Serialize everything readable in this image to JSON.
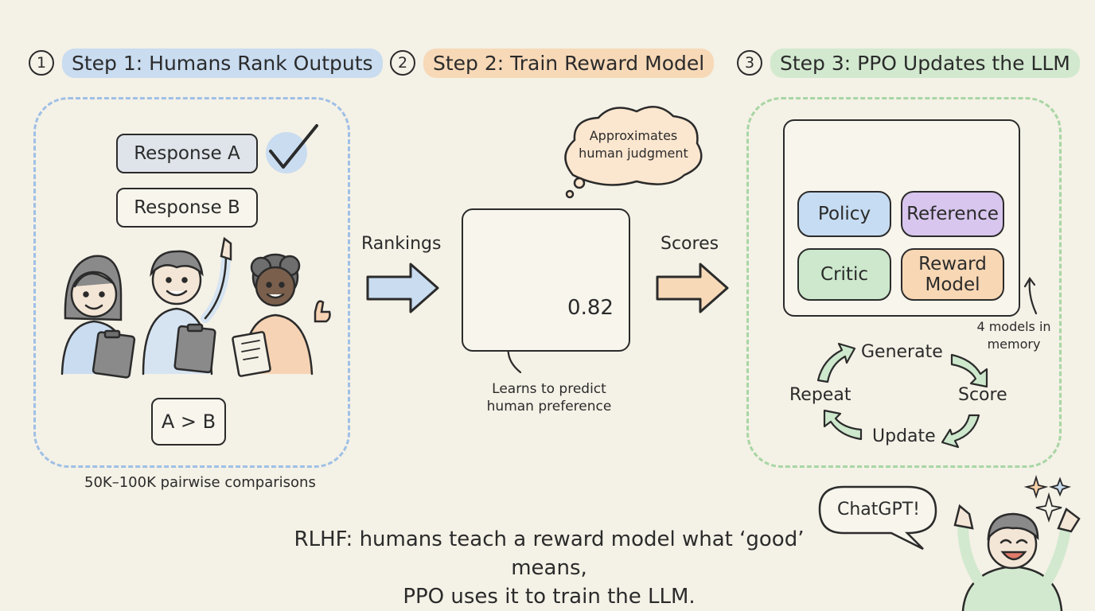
{
  "step1": {
    "number": "1",
    "title": "Step 1: Humans Rank Outputs",
    "color": "#c9dcf0"
  },
  "step2": {
    "number": "2",
    "title": "Step 2: Train Reward Model",
    "color": "#f7d9b8"
  },
  "step3": {
    "number": "3",
    "title": "Step 3: PPO Updates the LLM",
    "color": "#d2e9cf"
  },
  "panel1": {
    "response_a": "Response A",
    "response_b": "Response B",
    "ranking": "A > B",
    "caption": "50K–100K pairwise comparisons"
  },
  "arrow1_label": "Rankings",
  "arrow2_label": "Scores",
  "panel2": {
    "thought": "Approximates human judgment",
    "score": "0.82",
    "note": "Learns to predict human preference"
  },
  "panel3": {
    "models": [
      "Policy",
      "Reference",
      "Critic",
      "Reward Model"
    ],
    "model_colors": [
      "#c6dcf2",
      "#d8c6ee",
      "#cde8cc",
      "#f8d7b5"
    ],
    "memory_note": "4 models in memory",
    "loop": [
      "Generate",
      "Score",
      "Update",
      "Repeat"
    ]
  },
  "summary_line1": "RLHF: humans teach a reward model what ‘good’ means,",
  "summary_line2": "PPO uses it to train the LLM.",
  "speech": "ChatGPT!"
}
